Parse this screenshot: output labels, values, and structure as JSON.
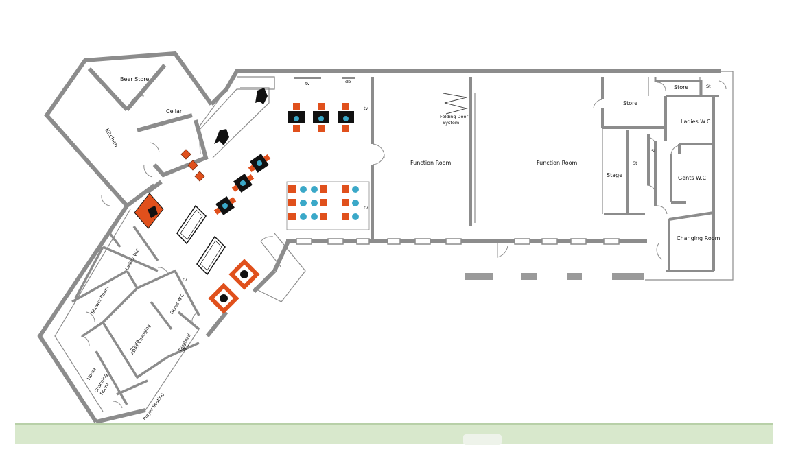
{
  "rooms": {
    "beer_store": "Beer Store",
    "cellar": "Cellar",
    "kitchen": "Kitchen",
    "function_room_1": "Function Room",
    "function_room_2": "Function Room",
    "folding_door_1": "Folding Door",
    "folding_door_2": "System",
    "store_1": "Store",
    "store_2": "Store",
    "st_1": "St",
    "st_2": "St",
    "st_3": "St",
    "ladies_wc_right": "Ladies W.C",
    "stage": "Stage",
    "gents_wc_right": "Gents W.C",
    "changing_room": "Changing Room",
    "ladies_wc_left": "Ladies W.C",
    "shower_room": "Shower Room",
    "gents_wc_left": "Gents W.C",
    "away_changing_1": "Away Changing",
    "away_changing_2": "Room",
    "home_changing_1": "Home",
    "home_changing_2": "Changing",
    "home_changing_3": "Room",
    "disabled_wc_1": "Disabled",
    "disabled_wc_2": "W.C",
    "player_seating": "Player Seating"
  },
  "fixtures": {
    "tv_top": "tv",
    "db_top": "db",
    "tv_right_1": "tv",
    "tv_right_2": "tv",
    "tv_left": "tv"
  },
  "colors": {
    "wall": "#8c8c8c",
    "chair_orange": "#e0501c",
    "table_black": "#111111",
    "seat_teal": "#3aa8c8",
    "bottom_bar": "#d8e8cc"
  }
}
